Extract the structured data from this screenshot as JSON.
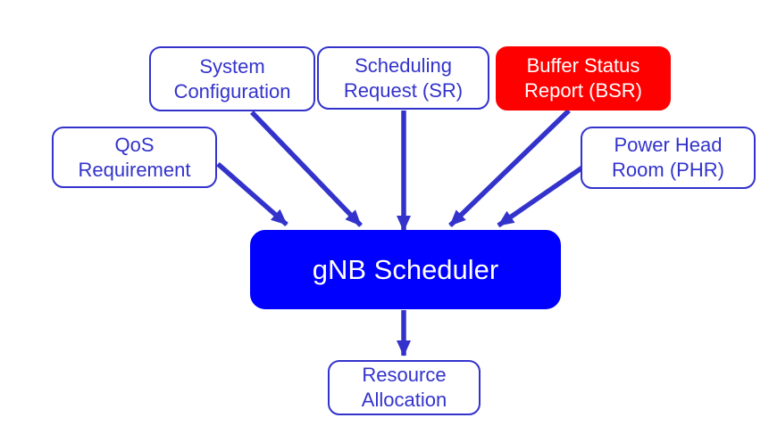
{
  "colors": {
    "accent_blue": "#3333CC",
    "node_fill": "#FFFFFF",
    "node_text": "#3333CC",
    "scheduler_fill": "#0000FF",
    "scheduler_text": "#FFFFFF",
    "bsr_fill": "#FF0000",
    "bsr_text": "#FFFFFF",
    "background": "#FFFFFF"
  },
  "nodes": {
    "system_configuration": {
      "label": "System\nConfiguration"
    },
    "scheduling_request": {
      "label": "Scheduling\nRequest (SR)"
    },
    "buffer_status_report": {
      "label": "Buffer Status\nReport (BSR)"
    },
    "qos_requirement": {
      "label": "QoS\nRequirement"
    },
    "power_head_room": {
      "label": "Power Head\nRoom (PHR)"
    },
    "gnb_scheduler": {
      "label": "gNB Scheduler"
    },
    "resource_allocation": {
      "label": "Resource\nAllocation"
    }
  },
  "edges": [
    {
      "from": "qos_requirement",
      "to": "gnb_scheduler"
    },
    {
      "from": "system_configuration",
      "to": "gnb_scheduler"
    },
    {
      "from": "scheduling_request",
      "to": "gnb_scheduler"
    },
    {
      "from": "buffer_status_report",
      "to": "gnb_scheduler"
    },
    {
      "from": "power_head_room",
      "to": "gnb_scheduler"
    },
    {
      "from": "gnb_scheduler",
      "to": "resource_allocation"
    }
  ]
}
